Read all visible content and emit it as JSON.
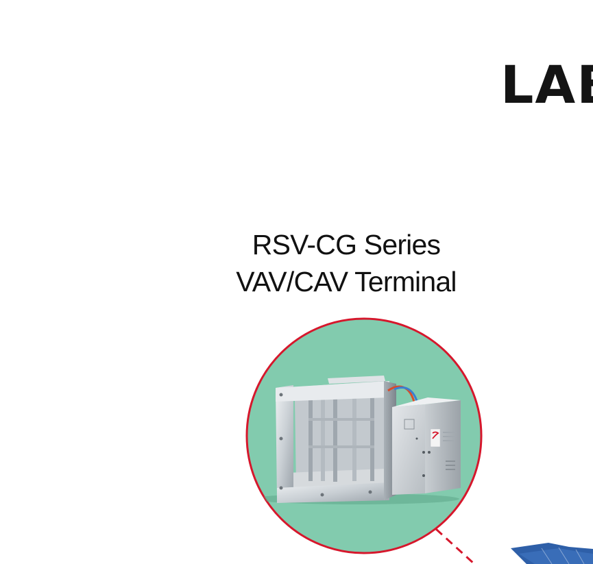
{
  "brand": {
    "text": "LAB"
  },
  "title": {
    "line1": "RSV-CG Series",
    "line2": "VAV/CAV Terminal"
  },
  "colors": {
    "circle_fill": "#82cbae",
    "circle_stroke": "#d6172c",
    "connector": "#d6172c",
    "duct_blue": "#2e5fa8",
    "text": "#111111"
  },
  "icons": {
    "product": "vav-terminal-damper-icon",
    "logo": "controller-logo-icon"
  }
}
